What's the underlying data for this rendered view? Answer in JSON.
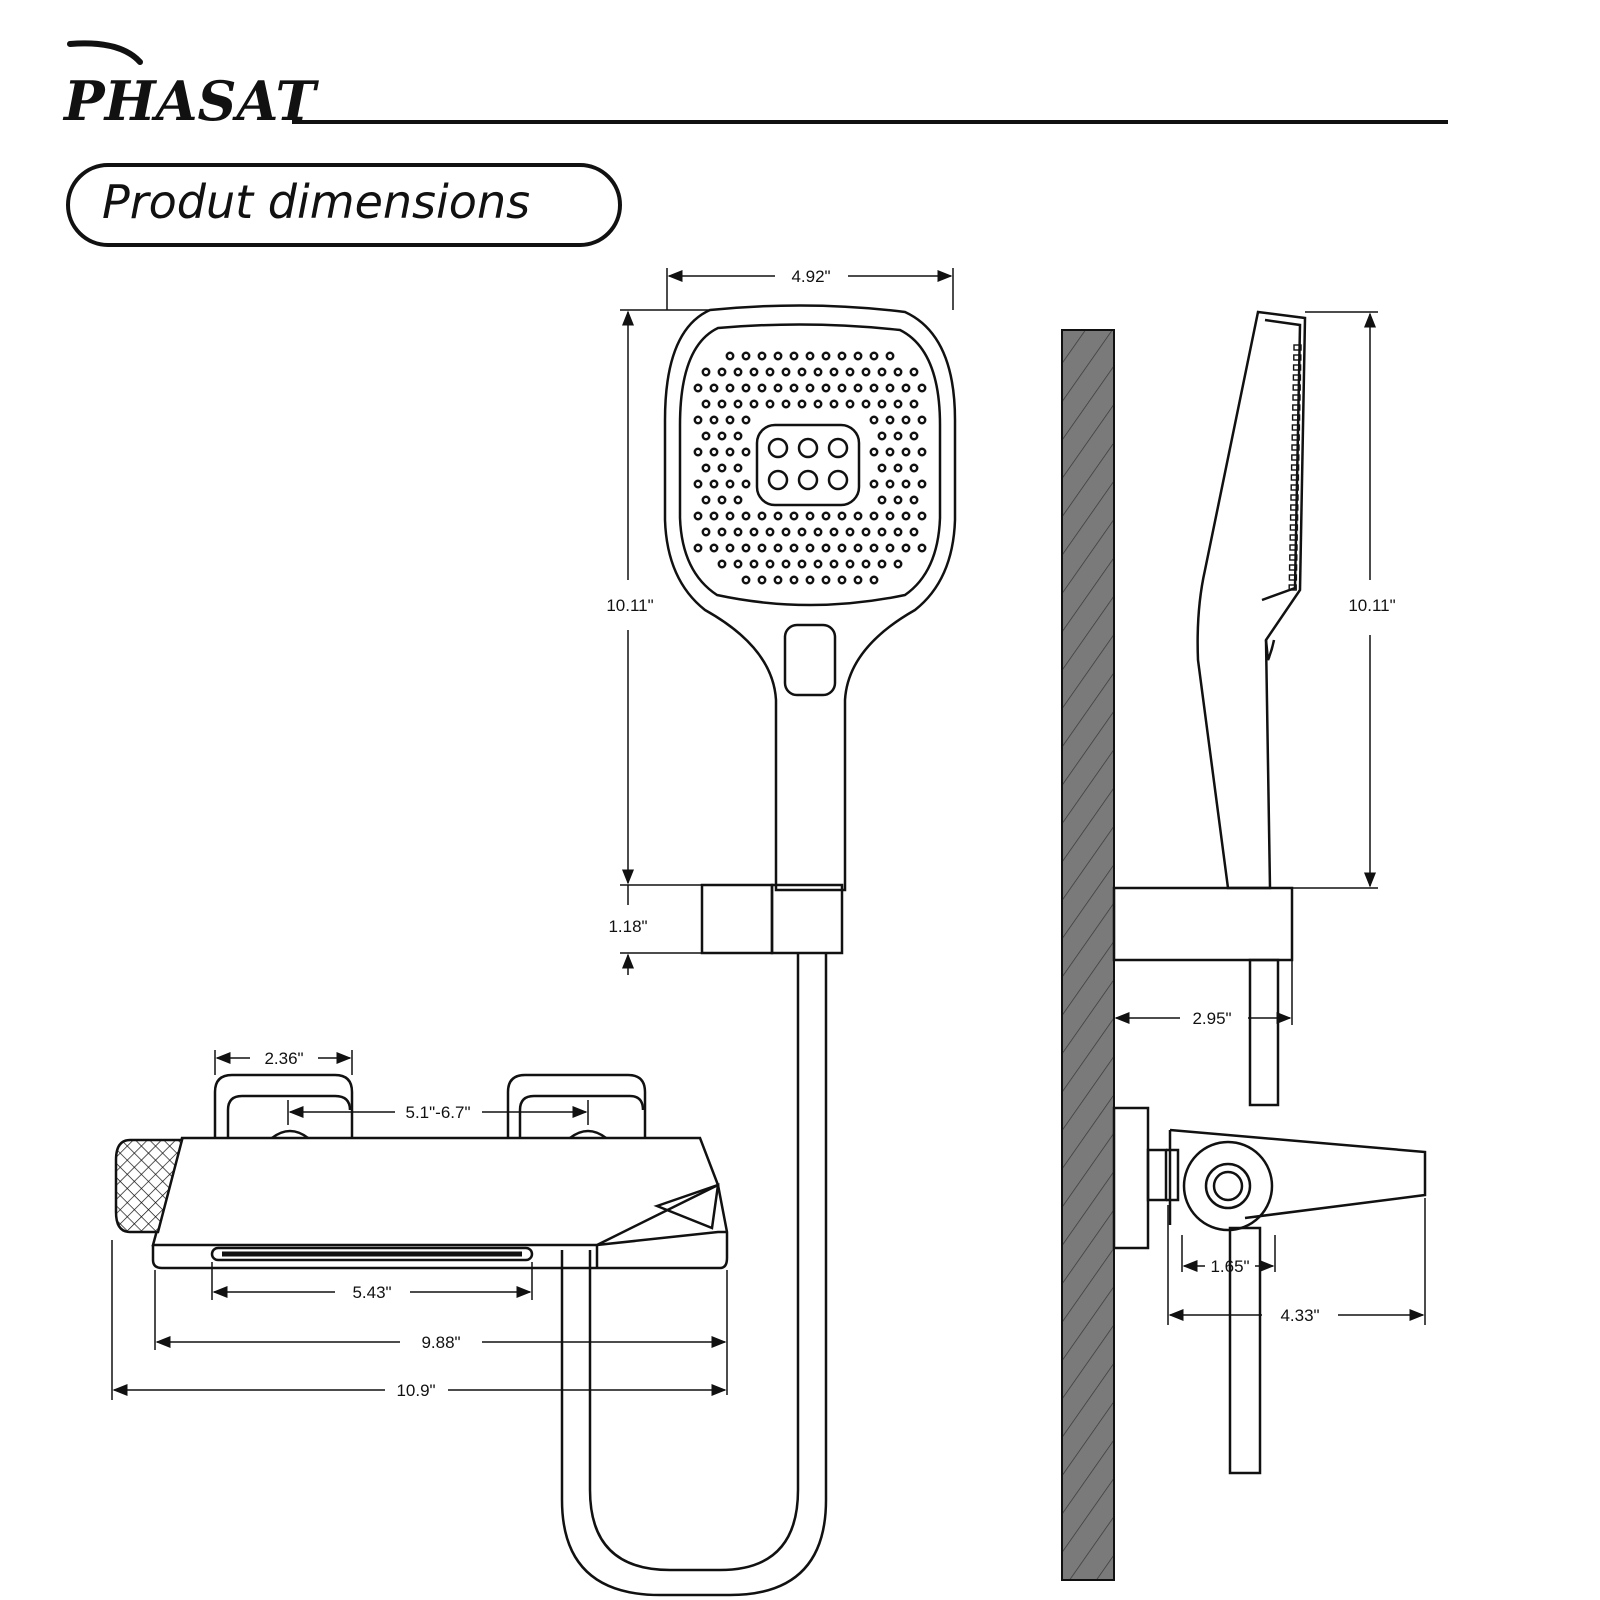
{
  "brand": {
    "name": "PHASAT",
    "accent_color": "#111111"
  },
  "header": {
    "title": "Produt dimensions"
  },
  "dimensions": {
    "shower_head_width": "4.92\"",
    "shower_head_height_front": "10.11\"",
    "shower_head_height_side": "10.11\"",
    "holder_height": "1.18\"",
    "holder_depth": "2.95\"",
    "handle_width": "2.36\"",
    "center_spacing": "5.1\"-6.7\"",
    "spout_opening": "5.43\"",
    "body_length": "9.88\"",
    "overall_length": "10.9\"",
    "outlet_diameter": "1.65\"",
    "side_projection": "4.33\""
  },
  "colors": {
    "line": "#111111",
    "wall": "#7a7a7a",
    "background": "#ffffff"
  }
}
